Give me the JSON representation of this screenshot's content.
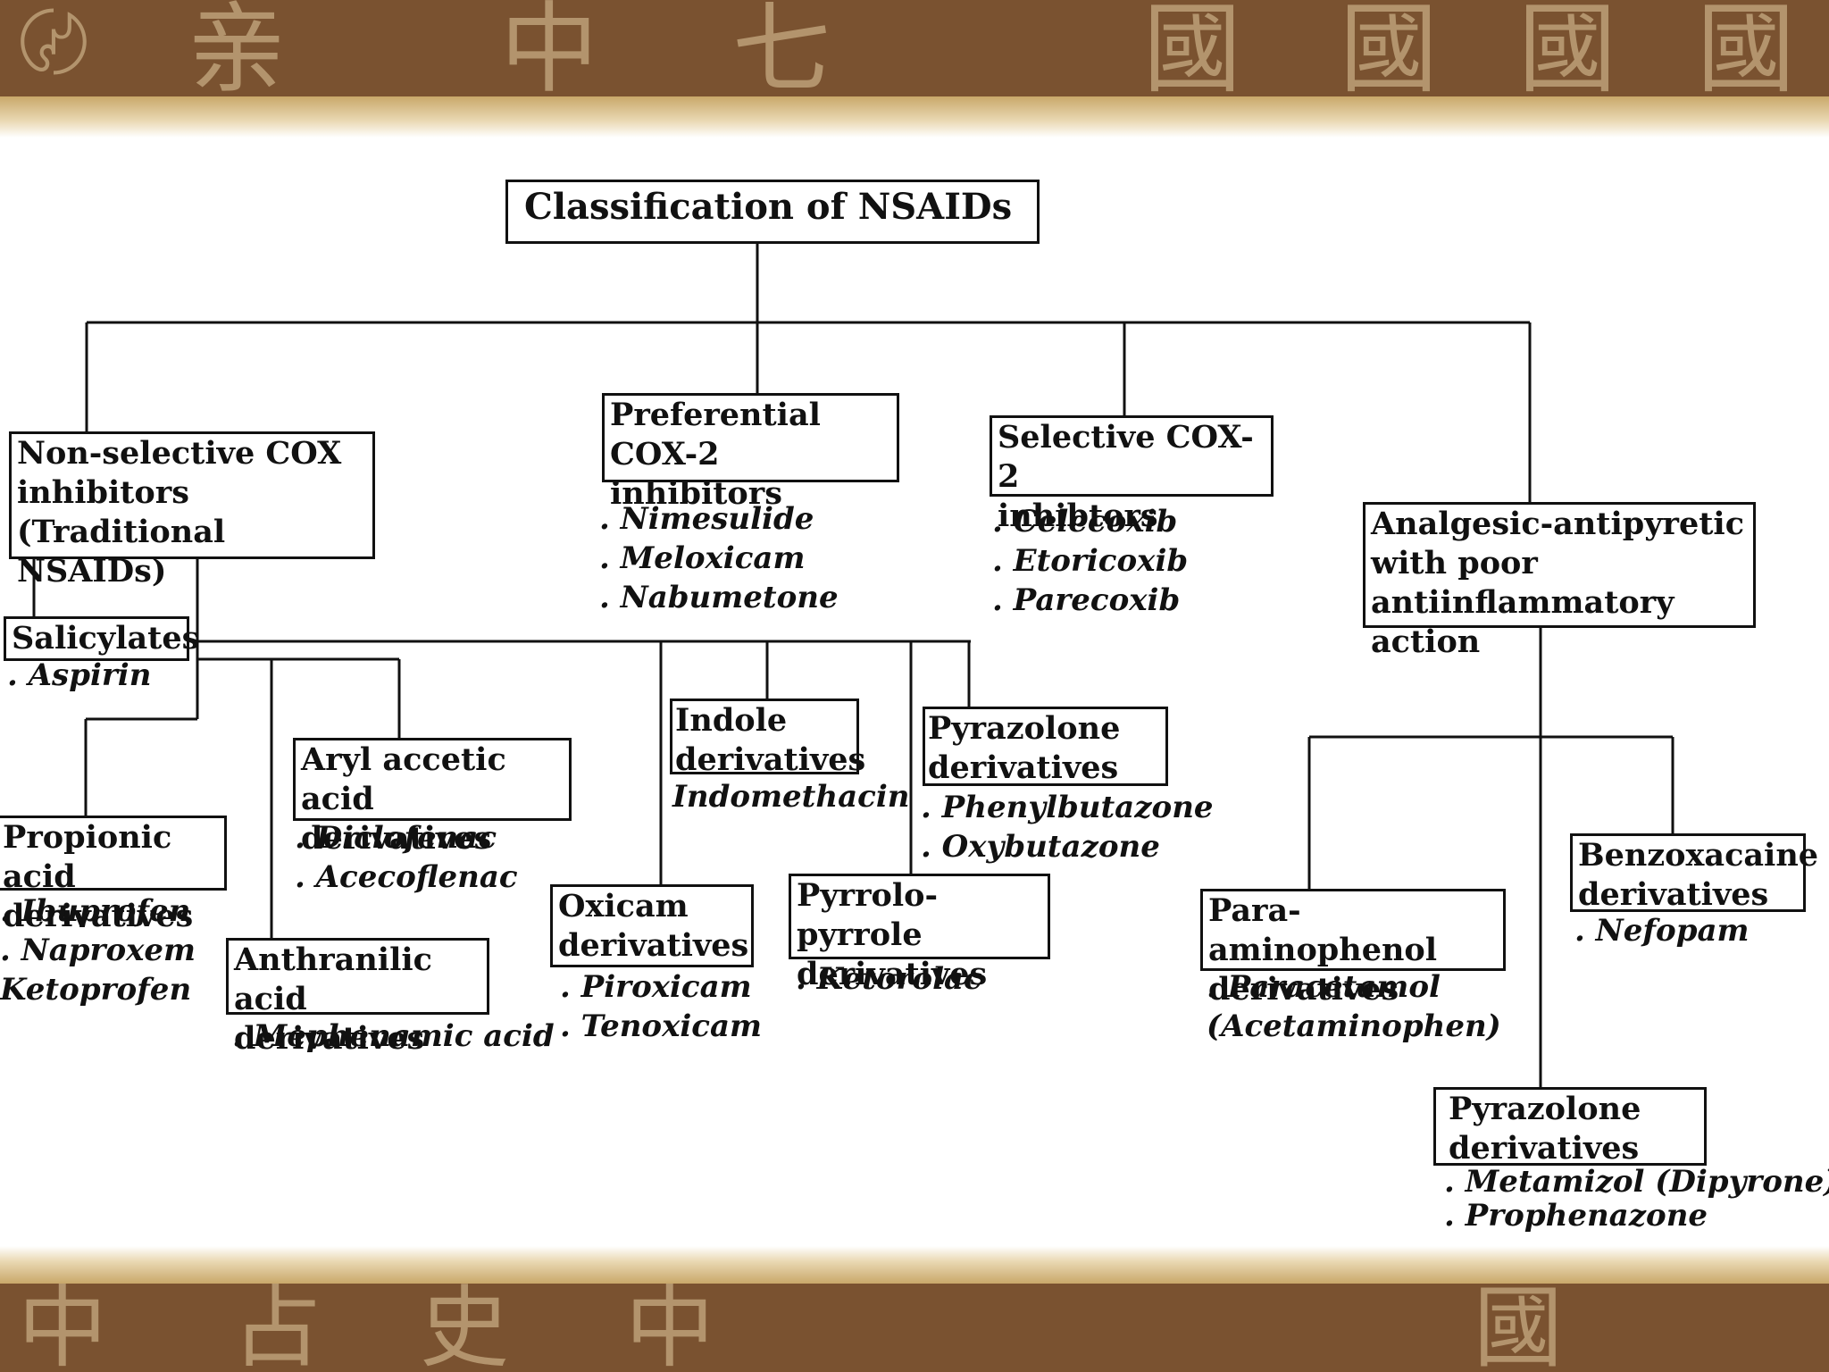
{
  "title": "Classification of NSAIDs",
  "categories": {
    "non_selective": {
      "label": "Non-selective COX\ninhibitors\n(Traditional NSAIDs)"
    },
    "preferential": {
      "label": "Preferential\nCOX-2 inhibitors",
      "items": [
        ". Nimesulide",
        ". Meloxicam",
        ". Nabumetone"
      ]
    },
    "selective": {
      "label": "Selective COX-2\ninhibtors",
      "items": [
        ". Celecoxib",
        ". Etoricoxib",
        ". Parecoxib"
      ]
    },
    "analgesic": {
      "label": "Analgesic-antipyretic\nwith poor\nantiinflammatory action"
    }
  },
  "non_selective_groups": {
    "salicylates": {
      "label": "Salicylates",
      "items": [
        ". Aspirin"
      ]
    },
    "propionic": {
      "label": "Propionic acid\nderivatives",
      "items": [
        ". Ibuprofen",
        ". Naproxem",
        "Ketoprofen"
      ]
    },
    "anthranilic": {
      "label": "Anthranilic acid\nderivatives",
      "items": [
        ". Mephenamic acid"
      ]
    },
    "aryl_acetic": {
      "label": "Aryl accetic acid\nderivatives",
      "items": [
        ". Diclofenac",
        ". Acecoflenac"
      ]
    },
    "oxicam": {
      "label": "Oxicam\nderivatives",
      "items": [
        ". Piroxicam",
        ". Tenoxicam"
      ]
    },
    "indole": {
      "label": "Indole\nderivatives",
      "items": [
        "Indomethacin"
      ]
    },
    "pyrrolo": {
      "label": "Pyrrolo-pyrrole\nderivatives",
      "items": [
        ". Ketorolac"
      ]
    },
    "pyrazolone": {
      "label": "Pyrazolone\nderivatives",
      "items": [
        ". Phenylbutazone",
        ". Oxybutazone"
      ]
    }
  },
  "analgesic_groups": {
    "para_aminophenol": {
      "label": "Para-aminophenol\nderivatives",
      "items": [
        ". Paracetamol",
        "(Acetaminophen)"
      ]
    },
    "benzoxacaine": {
      "label": "Benzoxacaine\nderivatives",
      "items": [
        ". Nefopam"
      ]
    },
    "pyrazolone": {
      "label": "Pyrazolone\nderivatives",
      "items": [
        ". Metamizol (Dipyrone)",
        ". Prophenazone"
      ]
    }
  },
  "colors": {
    "banner": "#7a5230",
    "glyph": "#c7ab82",
    "gold": "#c9a86a",
    "ink": "#111111"
  }
}
